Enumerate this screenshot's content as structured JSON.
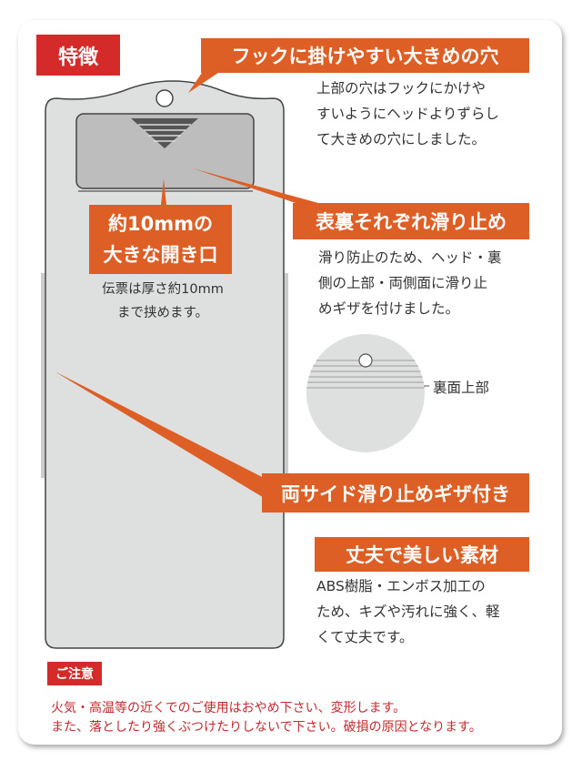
{
  "header": {
    "title": "特徴"
  },
  "features": [
    {
      "title": "フックに掛けやすい大きめの穴",
      "desc": "上部の穴はフックにかけや\nすいようにヘッドよりずらし\nて大きめの穴にしました。"
    },
    {
      "title": "表裏それぞれ滑り止め",
      "desc": "滑り防止のため、ヘッド・裏\n側の上部・両側面に滑り止\nめギザを付けました。"
    },
    {
      "title_line1": "約10mmの",
      "title_line2": "大きな開き口",
      "desc": "伝票は厚さ約10mm\nまで挟めます。"
    },
    {
      "title": "両サイド滑り止めギザ付き"
    },
    {
      "title": "丈夫で美しい素材",
      "desc": "ABS樹脂・エンボス加工の\nため、キズや汚れに強く、軽\nくて丈夫です。"
    }
  ],
  "back_view": {
    "label": "裏面上部"
  },
  "caution": {
    "title": "ご注意",
    "lines": [
      "火気・高温等の近くでのご使用はおやめ下さい、変形します。",
      "また、落としたり強くぶつけたりしないで下さい。破損の原因となります。"
    ]
  },
  "colors": {
    "orange": "#dd5f25",
    "red": "#d42a2a",
    "body": "#dedfdf"
  }
}
